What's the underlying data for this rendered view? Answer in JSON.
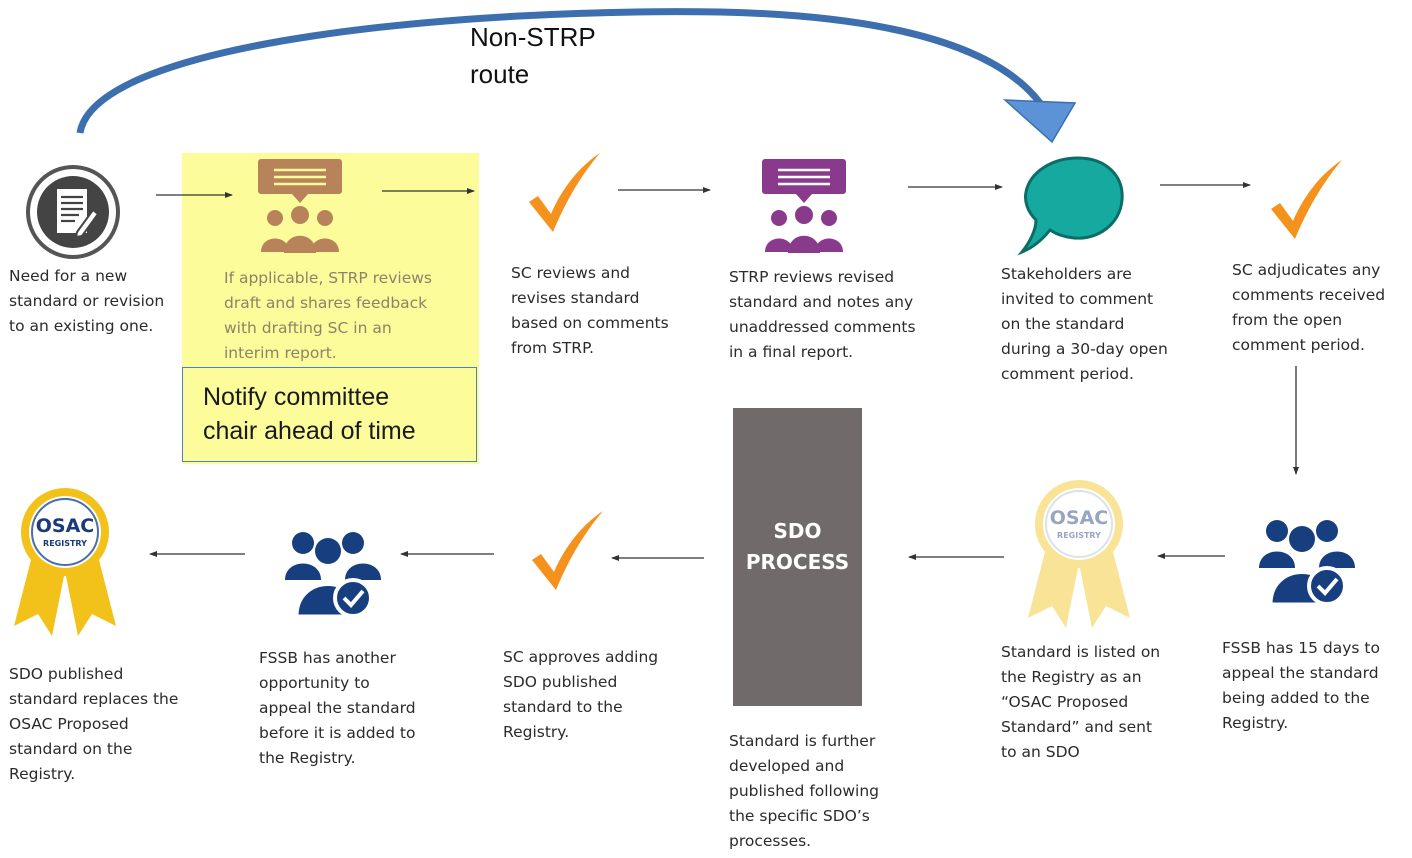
{
  "route_label": "Non-STRP\nroute",
  "note": "Notify committee\nchair ahead of time",
  "sdo_box_label": "SDO\nPROCESS",
  "colors": {
    "highlight": "#fdfc9a",
    "route_arrow": "#3d6fae",
    "route_arrow_head": "#5b93d6",
    "checkmark": "#f5921e",
    "tan_icon": "#b8835a",
    "purple_icon": "#8a3a8c",
    "teal_bubble": "#16a9a0",
    "navy_icon": "#173f80",
    "gold_ribbon": "#f2c21b",
    "sdo_box": "#716a6a"
  },
  "steps": [
    {
      "id": "need",
      "icon": "document-edit-icon",
      "text": "Need for a new\nstandard or revision\nto an existing one."
    },
    {
      "id": "strp-interim",
      "icon": "group-feedback-icon",
      "text": "If applicable, STRP reviews\ndraft and shares feedback\nwith drafting SC in an\ninterim report."
    },
    {
      "id": "sc-revises",
      "icon": "checkmark-icon",
      "text": "SC reviews and\nrevises standard\nbased on comments\nfrom STRP."
    },
    {
      "id": "strp-final",
      "icon": "group-feedback-icon",
      "text": "STRP reviews revised\nstandard and notes any\nunaddressed comments\nin a final report."
    },
    {
      "id": "stakeholders",
      "icon": "speech-bubble-icon",
      "text": "Stakeholders are\ninvited to comment\non the standard\nduring a 30-day open\ncomment period."
    },
    {
      "id": "sc-adjudicates",
      "icon": "checkmark-icon",
      "text": "SC adjudicates any\ncomments received\nfrom the open\ncomment period."
    },
    {
      "id": "fssb-15",
      "icon": "group-check-icon",
      "text": "FSSB has 15 days to\nappeal the standard\nbeing added to the\nRegistry."
    },
    {
      "id": "listed",
      "icon": "osac-ribbon-icon",
      "text": "Standard is listed on\nthe Registry as an\n“OSAC Proposed\nStandard” and sent\n to an SDO"
    },
    {
      "id": "sdo-process",
      "icon": "sdo-box",
      "text": "Standard is further\ndeveloped and\npublished following\nthe specific SDO’s\nprocesses."
    },
    {
      "id": "sc-approves",
      "icon": "checkmark-icon",
      "text": "SC approves adding\nSDO published\nstandard to the\nRegistry."
    },
    {
      "id": "fssb-again",
      "icon": "group-check-icon",
      "text": "FSSB has another\nopportunity to\nappeal the standard\nbefore it is added to\nthe Registry."
    },
    {
      "id": "published",
      "icon": "osac-ribbon-icon",
      "text": "SDO published\nstandard replaces the\nOSAC Proposed\nstandard on the\nRegistry."
    }
  ],
  "badge": {
    "line1": "OSAC",
    "line2": "REGISTRY"
  }
}
